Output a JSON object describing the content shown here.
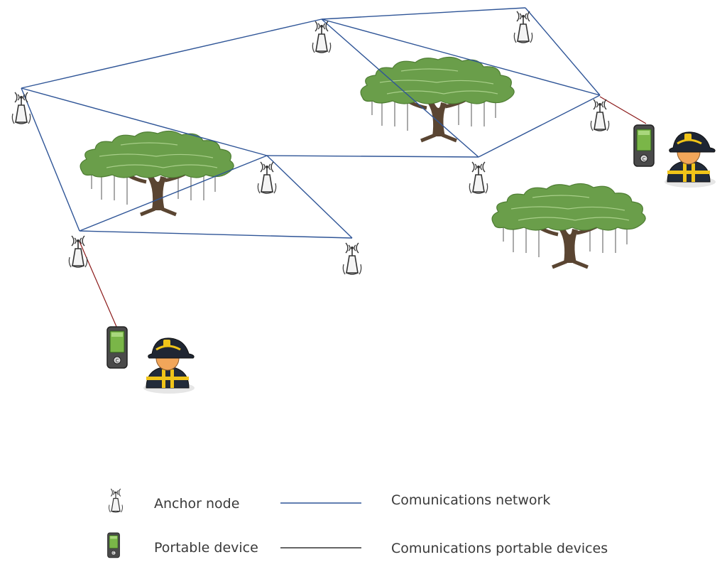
{
  "legend": {
    "anchor_node": "Anchor node",
    "portable_device": "Portable device",
    "communications_network": "Comunications network",
    "communications_portable_devices": "Comunications portable devices"
  },
  "colors": {
    "network_line": "#2f5597",
    "device_link": "#8b1a1a",
    "tree_foliage": "#6a9e4a",
    "tree_trunk": "#5a4532",
    "node_stroke": "#333333"
  },
  "icons": {
    "anchor": "antenna-tower-icon",
    "device": "handheld-device-icon",
    "firefighter": "firefighter-icon",
    "tree": "tree-icon"
  }
}
